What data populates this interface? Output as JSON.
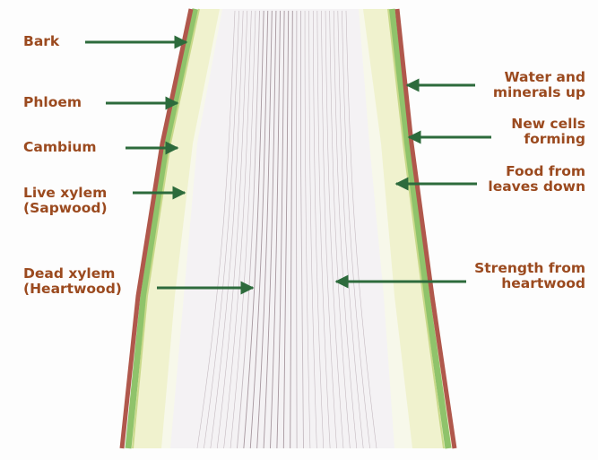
{
  "colors": {
    "label_text": "#9b4a1f",
    "arrow": "#2d6b3c",
    "bark": "#b0584c",
    "phloem": "#8fc36b",
    "sapwood": "#e6ecb2",
    "heartwood_lines": "#8c7882"
  },
  "labels_left": [
    {
      "lines": [
        "Bark"
      ]
    },
    {
      "lines": [
        "Phloem"
      ]
    },
    {
      "lines": [
        "Cambium"
      ]
    },
    {
      "lines": [
        "Live xylem",
        "(Sapwood)"
      ]
    },
    {
      "lines": [
        "Dead xylem",
        "(Heartwood)"
      ]
    }
  ],
  "labels_right": [
    {
      "lines": [
        "Water and",
        "minerals up"
      ]
    },
    {
      "lines": [
        "New cells",
        "forming"
      ]
    },
    {
      "lines": [
        "Food from",
        "leaves down"
      ]
    },
    {
      "lines": [
        "Strength from",
        "heartwood"
      ]
    }
  ]
}
